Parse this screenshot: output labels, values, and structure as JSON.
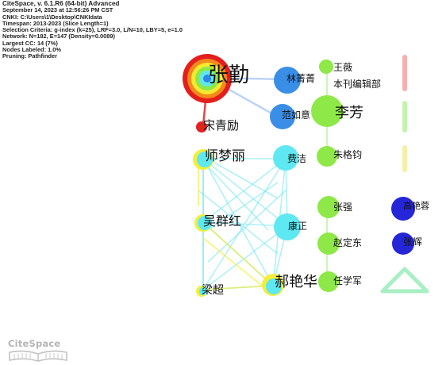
{
  "info": {
    "lines": [
      "CiteSpace, v. 6.1.R6 (64-bit) Advanced",
      "September 14, 2023 at 12:56:26 PM CST",
      "CNKI: C:\\Users\\1\\Desktop\\CNKIdata",
      "Timespan: 2013-2023 (Slice Length=1)",
      "Selection Criteria: g-index (k=25), LRF=3.0, L/N=10, LBY=5, e=1.0",
      "Network: N=182, E=147 (Density=0.0089)",
      "Largest CC: 14 (7%)",
      "Nodes Labeled: 1.0%",
      "Pruning: Pathfinder"
    ]
  },
  "logo": {
    "text": "CiteSpace"
  },
  "colors": {
    "cyan": "#5ee8f2",
    "green": "#8ee848",
    "blue": "#2f86e6",
    "dark_blue": "#2426d8",
    "red": "#e52222",
    "yellow": "#f4ee3a"
  },
  "nodes": {
    "zhang_qin": {
      "label": "张勤"
    },
    "song_qingli": {
      "label": "宋青励"
    },
    "lin_jingjing": {
      "label": "林菁菁"
    },
    "fan_ruyi": {
      "label": "范如意"
    },
    "wang_wei": {
      "label": "王薇"
    },
    "benkan": {
      "label": "本刊编辑部"
    },
    "li_fang": {
      "label": "李芳"
    },
    "zhu_gejun": {
      "label": "朱格钧"
    },
    "shi_mengli": {
      "label": "师梦丽"
    },
    "fei_jie": {
      "label": "费洁"
    },
    "wu_qunhong": {
      "label": "吴群红"
    },
    "kang_zheng": {
      "label": "康正"
    },
    "liang_chao": {
      "label": "梁超"
    },
    "hao_yanhua": {
      "label": "郝艳华"
    },
    "zhang_qiang": {
      "label": "张强"
    },
    "zhao_dingdong": {
      "label": "赵定东"
    },
    "ren_xuejun": {
      "label": "任学军"
    },
    "gao_yanrong": {
      "label": "高艳蓉"
    },
    "zhang_hui": {
      "label": "张辉"
    }
  }
}
